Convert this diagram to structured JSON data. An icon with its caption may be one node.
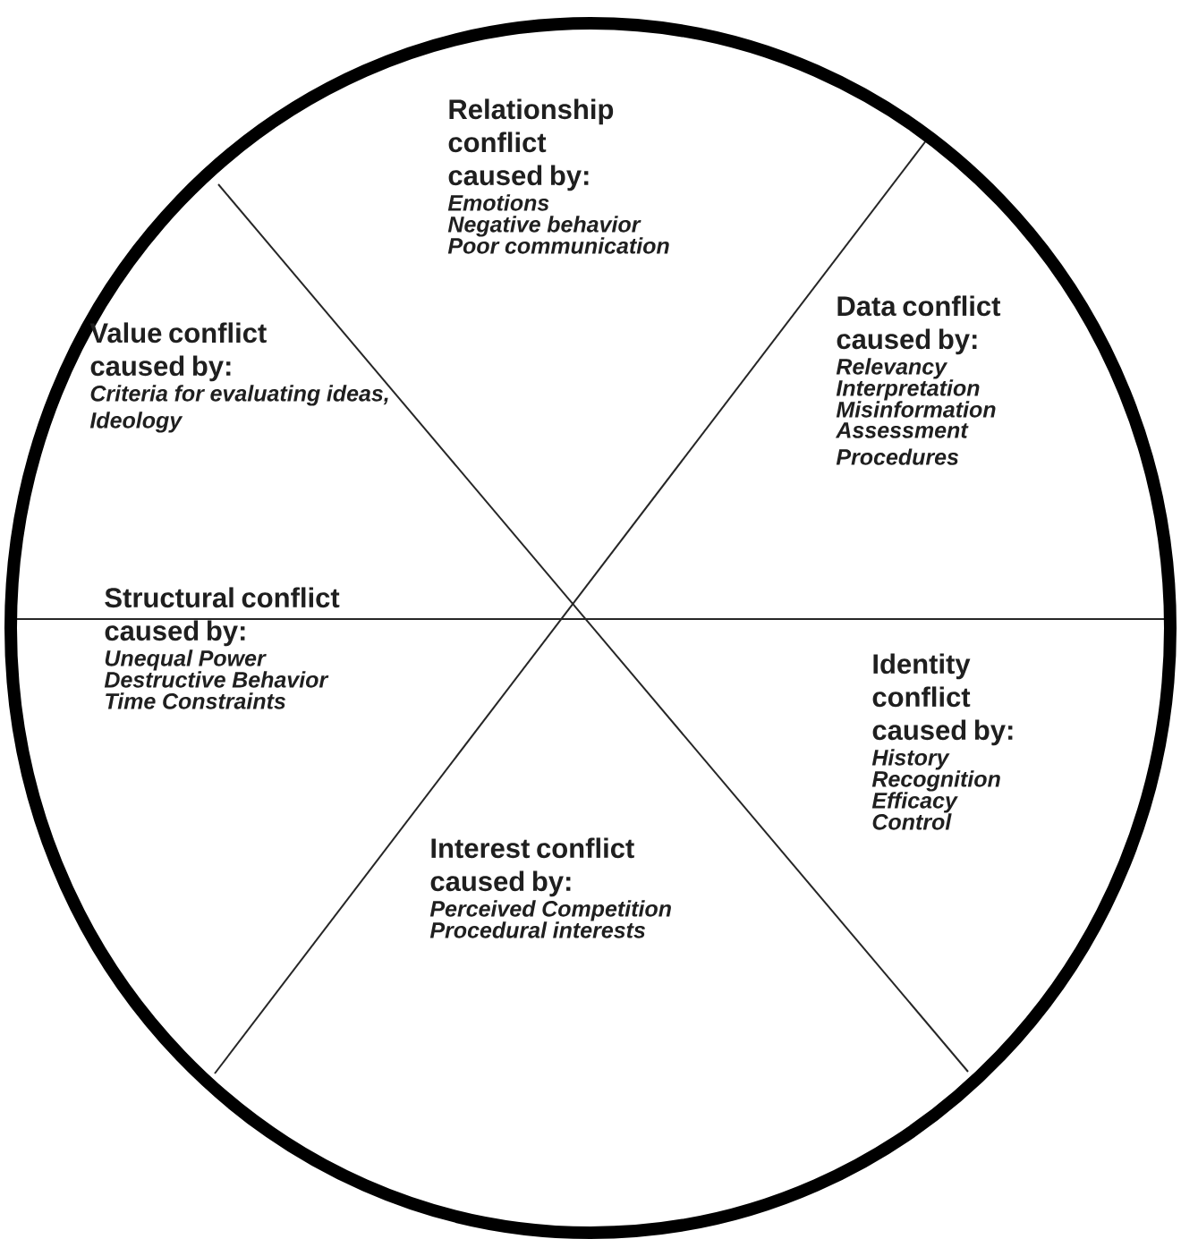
{
  "diagram": {
    "nodes": [
      {
        "text": [],
        "shape": "circle"
      },
      {
        "text": [
          "Relationship conflict caused by:",
          "Emotions",
          "Negative behavior",
          "Poor communication"
        ],
        "in": 0
      },
      {
        "text": [
          "Data conflict caused by:",
          "Relevancy",
          "Interpretation",
          "Misinformation",
          "Assessment Procedures"
        ],
        "in": 0
      },
      {
        "text": [
          "Value conflict caused by:",
          "Criteria for evaluating ideas, Ideology"
        ],
        "in": 0
      },
      {
        "text": [
          "Structural conflict caused by:",
          "Unequal Power",
          "Destructive Behavior",
          "Time Constraints"
        ],
        "in": 0
      },
      {
        "text": [
          "Identity conflict caused by:",
          "History",
          "Recognition",
          "Efficacy",
          "Control"
        ],
        "in": 0
      },
      {
        "text": [
          "Interest conflict caused by:",
          "Perceived Competition",
          "Procedural interests"
        ],
        "in": 0
      }
    ]
  }
}
